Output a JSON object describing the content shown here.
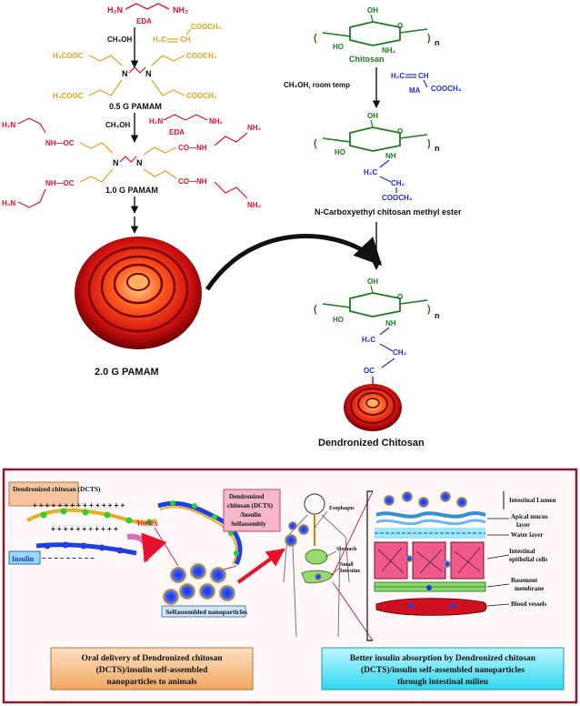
{
  "colors": {
    "red": "#e8102a",
    "gold": "#e4a11b",
    "black": "#111111",
    "green": "#1f7a1f",
    "blue": "#1f2fd0",
    "panel_border": "#8b1a2b",
    "cyan_box": "#33e0f5",
    "peach_box": "#f6c08a",
    "pink_box": "#f7b6c9",
    "disk_dark": "#8a0000",
    "disk_mid": "#e02010",
    "disk_light": "#ff9a3a"
  },
  "left": {
    "eda_top": {
      "h2n_left": "H₂N",
      "nh2_right": "NH₂",
      "tag": "EDA"
    },
    "step1": {
      "reagent": "CH₃OH",
      "acrylate_h2c": "H₂C",
      "acrylate_ch": "CH",
      "acrylate_ester": "COOCH₃"
    },
    "half_gen": {
      "tl": "H₃COOC",
      "bl": "H₃COOC",
      "tr": "COOCH₃",
      "br": "COOCH₃",
      "n_left": "N",
      "n_right": "N",
      "label": "0.5 G PAMAM"
    },
    "step2": {
      "reagent": "CH₃OH",
      "h2n": "H₂N",
      "nh2": "NH₂",
      "tag": "EDA"
    },
    "one_gen": {
      "tl_h2n": "H₂N",
      "tl_nhoc": "NH—OC",
      "bl_h2n": "H₂N",
      "bl_nhoc": "NH—OC",
      "tr_nh2": "NH₂",
      "tr_conh": "CO—NH",
      "br_nh2": "NH₂",
      "br_conh": "CO—NH",
      "n_left": "N",
      "n_right": "N",
      "label": "1.0 G PAMAM"
    },
    "two_gen_label": "2.0 G PAMAM"
  },
  "right": {
    "chitosan": {
      "oh": "OH",
      "ho": "HO",
      "nh2": "NH₂",
      "o": "O",
      "n": "n",
      "label": "Chitosan"
    },
    "reagent": {
      "conditions": "CH₃OH, room temp",
      "h2c": "H₂C",
      "ch": "CH",
      "ester": "COOCH₃",
      "tag": "MA"
    },
    "ester_product": {
      "oh": "OH",
      "ho": "HO",
      "nh": "NH",
      "o": "O",
      "n": "n",
      "h2c": "H₂C",
      "ch2": "CH₂",
      "cooch3": "COOCH₃",
      "label": "N-Carboxyethyl chitosan methyl ester"
    },
    "final": {
      "oh": "OH",
      "ho": "HO",
      "nh": "NH",
      "o": "O",
      "n": "n",
      "h2c": "H₂C",
      "ch2": "CH₂",
      "oc": "OC",
      "label": "Dendronized Chitosan"
    }
  },
  "panel": {
    "dcts_box": "Dendronized chitosan (DCTS)",
    "insulin": "Insulin",
    "vortex": "Vortex",
    "selfassembly_box": [
      "Dendronized",
      "chitosan (DCTS)",
      "/Insulin",
      "Selfassembly"
    ],
    "nanoparticles": "Selfassembled nanoparticles",
    "organs": {
      "esophagus": "Esophagus",
      "stomach": "Stomach",
      "small": "Small",
      "intestine": "Intestine"
    },
    "layers": {
      "lumen": "Intestinal Lumen",
      "mucus": [
        "Apical mucus",
        "layer"
      ],
      "water": "Water layer",
      "epithelial": [
        "Intestinal",
        "epithelial cells"
      ],
      "basement": [
        "Basement",
        "membrane"
      ],
      "vessels": "Blood vessels"
    },
    "caption_left": [
      "Oral delivery of Dendronized chitosan",
      "(DCTS)/insulin self-assembled",
      "nanoparticles to animals"
    ],
    "caption_right": [
      "Better insulin absorption by Dendronized chitosan",
      "(DCTS)/insulin self-assembled nanoparticles",
      "through intestinal milieu"
    ]
  }
}
